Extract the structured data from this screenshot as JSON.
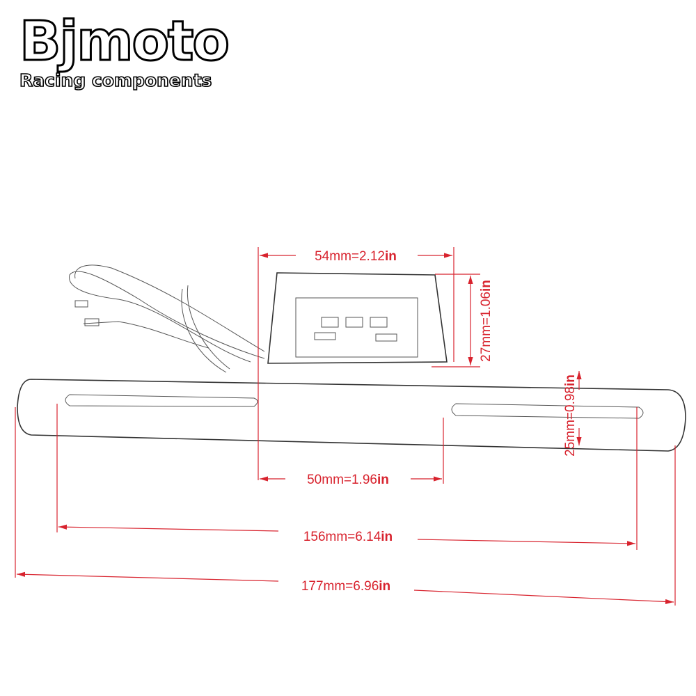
{
  "logo": {
    "brand": "Bjmoto",
    "tagline": "Racing components"
  },
  "colors": {
    "dimension": "#d8232e",
    "outline": "#333333"
  },
  "dimensions": {
    "housing_width": {
      "text": "54mm=2.12",
      "unit": "in"
    },
    "housing_height": {
      "text": "27mm=1.06",
      "unit": "in"
    },
    "bracket_height": {
      "text": "25mm=0.98",
      "unit": "in"
    },
    "slot_gap": {
      "text": "50mm=1.96",
      "unit": "in"
    },
    "slot_span": {
      "text": "156mm=6.14",
      "unit": "in"
    },
    "overall_length": {
      "text": "177mm=6.96",
      "unit": "in"
    }
  }
}
